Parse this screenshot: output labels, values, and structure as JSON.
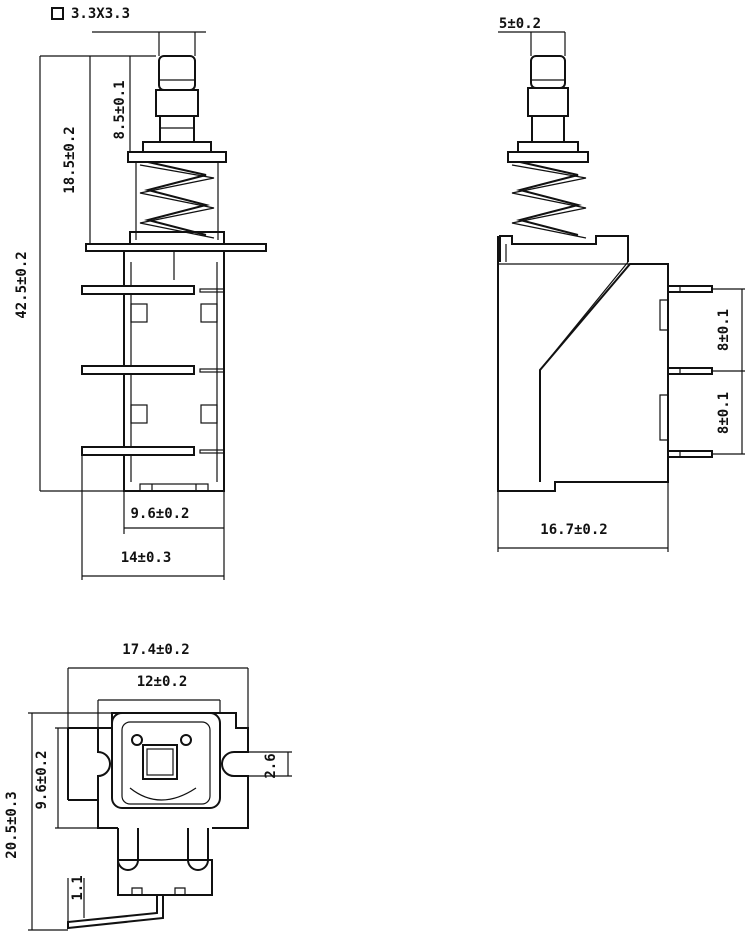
{
  "title_note": {
    "symbol": "□",
    "text": "3.3X3.3"
  },
  "front_view": {
    "dim_plunger_top": "8.5±0.1",
    "dim_upper": "18.5±0.2",
    "dim_total_height": "42.5±0.2",
    "dim_body_width": "9.6±0.2",
    "dim_overall_width": "14±0.3"
  },
  "side_view": {
    "dim_plunger_width": "5±0.2",
    "dim_pin_pitch_1": "8±0.1",
    "dim_pin_pitch_2": "8±0.1",
    "dim_depth": "16.7±0.2"
  },
  "top_view": {
    "dim_flange_width": "17.4±0.2",
    "dim_body_width": "12±0.2",
    "dim_body_depth": "9.6±0.2",
    "dim_overall_depth": "20.5±0.3",
    "dim_slot": "2.6",
    "dim_pin": "1.1"
  }
}
